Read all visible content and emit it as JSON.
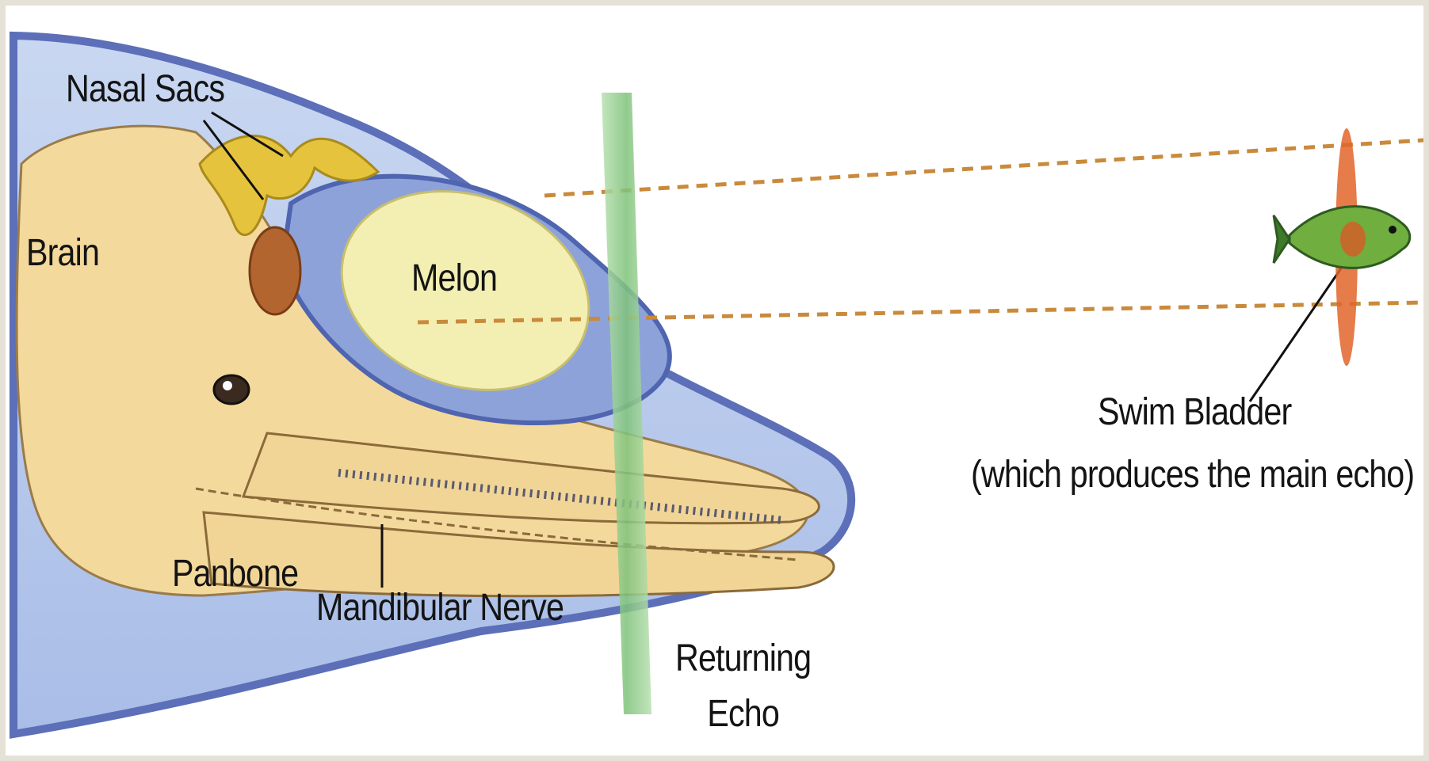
{
  "labels": {
    "nasal_sacs": "Nasal Sacs",
    "brain": "Brain",
    "melon": "Melon",
    "panbone": "Panbone",
    "mandibular_nerve": "Mandibular Nerve",
    "returning_echo_line1": "Returning",
    "returning_echo_line2": "Echo",
    "swim_bladder": "Swim Bladder",
    "swim_bladder_note": "(which produces the main echo)"
  },
  "colors": {
    "head_blue": "#7f93cf",
    "skull": "#f3d89a",
    "melon": "#f3efb0",
    "nasal_sacs": "#e8c43a",
    "echo_band": "#8fc98a",
    "outgoing_signal": "#c98a3c",
    "fish_green": "#6fae3f",
    "swim_bladder": "#e0652a"
  }
}
